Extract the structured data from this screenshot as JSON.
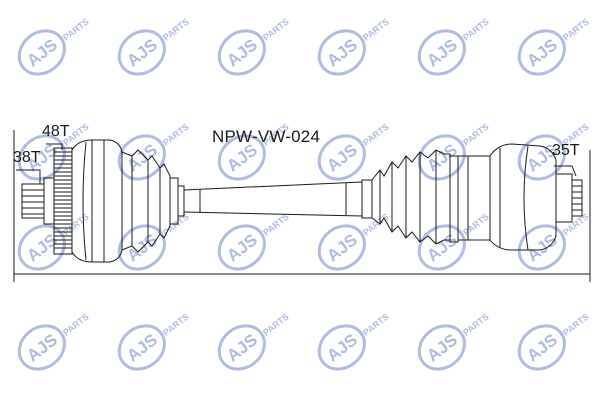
{
  "part_number": "NPW-VW-024",
  "labels": {
    "outer_spline_teeth": "38T",
    "abs_ring_teeth": "48T",
    "inner_spline_teeth": "35T"
  },
  "watermark": {
    "brand": "AJS",
    "suffix": "PARTS",
    "color": "#6f84c8"
  }
}
